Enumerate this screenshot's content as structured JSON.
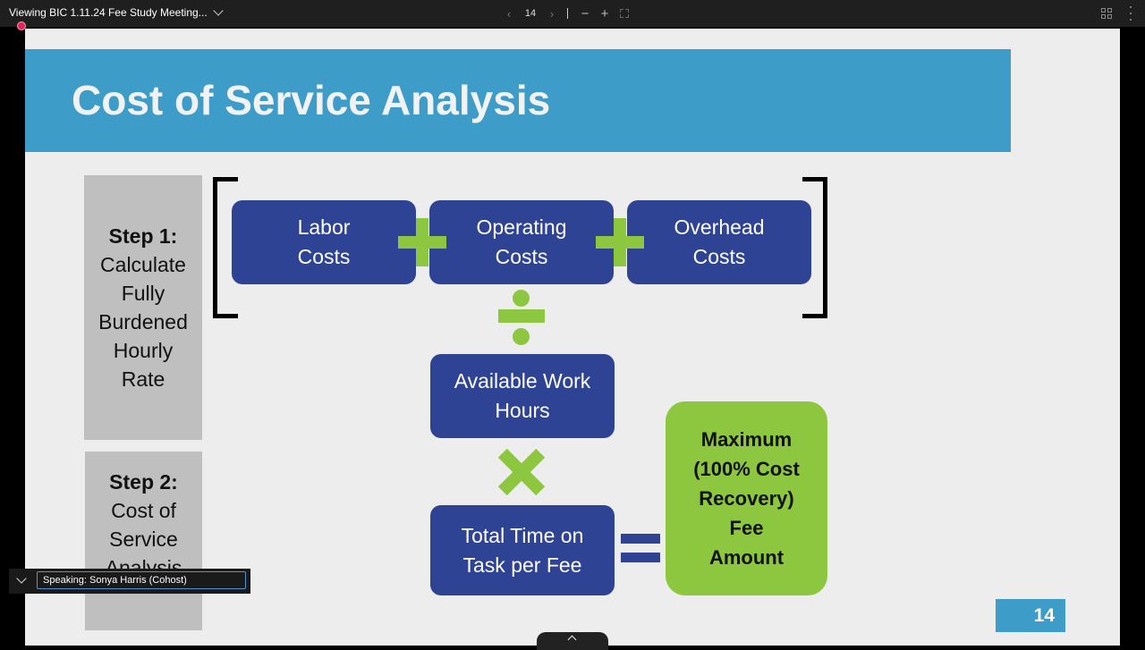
{
  "toolbar": {
    "title": "Viewing BIC 1.11.24 Fee Study Meeting...",
    "page_number": "14"
  },
  "slide": {
    "title": "Cost of Service Analysis",
    "step1": {
      "heading": "Step 1:",
      "lines": [
        "Calculate",
        "Fully",
        "Burdened",
        "Hourly",
        "Rate"
      ]
    },
    "step2": {
      "heading": "Step 2:",
      "lines": [
        "Cost of",
        "Service",
        "Analysis"
      ]
    },
    "labor": [
      "Labor",
      "Costs"
    ],
    "operating": [
      "Operating",
      "Costs"
    ],
    "overhead": [
      "Overhead",
      "Costs"
    ],
    "available": [
      "Available Work",
      "Hours"
    ],
    "total_time": [
      "Total Time on",
      "Task per Fee"
    ],
    "result": [
      "Maximum",
      "(100% Cost",
      "Recovery)",
      "Fee",
      "Amount"
    ],
    "page_number": "14"
  },
  "speaking": {
    "label": "Speaking:",
    "name": "Sonya Harris (Cohost)"
  },
  "colors": {
    "header_blue": "#3e9cc8",
    "box_blue": "#2e4394",
    "accent_green": "#8dc63f",
    "step_gray": "#bfbfbf"
  },
  "icons": {
    "title_dropdown": "chevron-down-icon",
    "prev_page": "chevron-left-icon",
    "next_page": "chevron-right-icon",
    "zoom_out": "minus-icon",
    "zoom_in": "plus-icon",
    "fit": "fit-screen-icon",
    "layout": "grid-icon",
    "more": "more-vertical-icon",
    "recording": "recording-dot-icon",
    "speaking_toggle": "chevron-down-icon",
    "scroll_up": "chevron-up-icon"
  }
}
